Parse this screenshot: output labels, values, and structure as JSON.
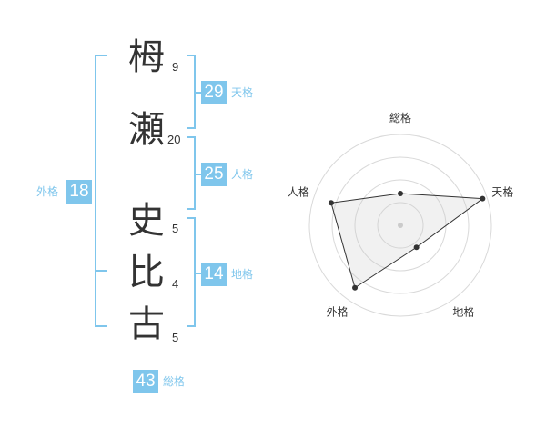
{
  "name": {
    "chars": [
      {
        "char": "栂",
        "strokes": "9"
      },
      {
        "char": "瀬",
        "strokes": "20"
      },
      {
        "char": "史",
        "strokes": "5"
      },
      {
        "char": "比",
        "strokes": "4"
      },
      {
        "char": "古",
        "strokes": "5"
      }
    ]
  },
  "kakusu": {
    "tenkaku": {
      "value": "29",
      "label": "天格"
    },
    "jinkaku": {
      "value": "25",
      "label": "人格"
    },
    "chikaku": {
      "value": "14",
      "label": "地格"
    },
    "gaikaku": {
      "value": "18",
      "label": "外格"
    },
    "soukaku": {
      "value": "43",
      "label": "総格"
    }
  },
  "colors": {
    "accent": "#7fc6ec",
    "text": "#333333"
  },
  "chart_data": {
    "type": "radar",
    "axes": [
      "総格",
      "天格",
      "地格",
      "外格",
      "人格"
    ],
    "values": [
      0.35,
      0.95,
      0.3,
      0.85,
      0.8
    ],
    "range": [
      0,
      1
    ],
    "rings": 4
  }
}
